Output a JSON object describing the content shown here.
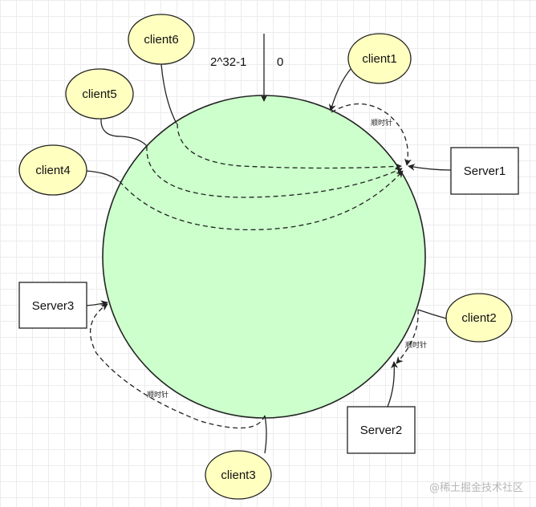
{
  "colors": {
    "ring_fill": "#ccffcc",
    "client_fill": "#ffffc0",
    "server_fill": "#ffffff",
    "stroke": "#222222"
  },
  "ring": {
    "top_label_left": "2^32-1",
    "top_label_right": "0"
  },
  "clients": {
    "client1": "client1",
    "client2": "client2",
    "client3": "client3",
    "client4": "client4",
    "client5": "client5",
    "client6": "client6"
  },
  "servers": {
    "server1": "Server1",
    "server2": "Server2",
    "server3": "Server3"
  },
  "annotations": {
    "clockwise_1": "顺时针",
    "clockwise_2": "顺时针",
    "clockwise_3": "顺时针"
  },
  "watermark": "@稀土掘金技术社区"
}
